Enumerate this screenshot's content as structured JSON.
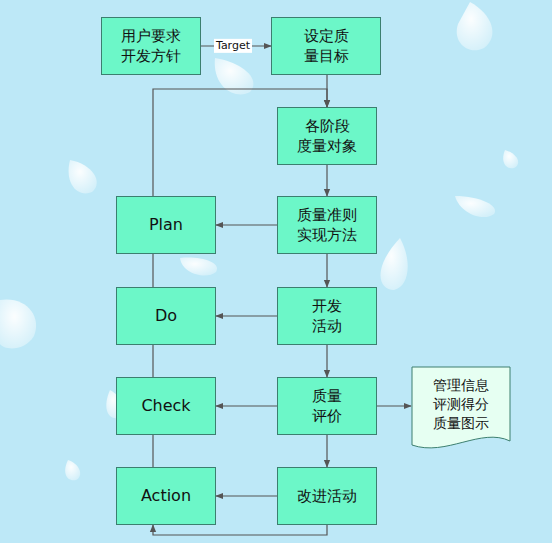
{
  "diagram": {
    "nodes": [
      {
        "text": [
          "用户要求 开发方针"
        ]
      },
      {
        "text": [
          "设定质 量目标"
        ]
      },
      {
        "text": [
          "各阶段 度量对象"
        ]
      },
      {
        "text": [
          "Plan"
        ]
      },
      {
        "text": [
          "质量准则 实现方法"
        ]
      },
      {
        "text": [
          "Do"
        ]
      },
      {
        "text": [
          "开发 活动"
        ]
      },
      {
        "text": [
          "Check"
        ]
      },
      {
        "text": [
          "质量 评价"
        ]
      },
      {
        "text": [
          "管理信息 评测得分 质量图示"
        ]
      },
      {
        "text": [
          "Action"
        ]
      },
      {
        "text": [
          "改进活动"
        ]
      }
    ],
    "edges": [
      {
        "from": 0,
        "to": 1,
        "label": "Target",
        "arrow": "to"
      },
      {
        "from": 1,
        "to": 2,
        "arrow": "to"
      },
      {
        "from": 2,
        "to": 4,
        "arrow": "to"
      },
      {
        "from": 4,
        "to": 3,
        "arrow": "to"
      },
      {
        "from": 4,
        "to": 6,
        "arrow": "to"
      },
      {
        "from": 6,
        "to": 5,
        "arrow": "to"
      },
      {
        "from": 6,
        "to": 8,
        "arrow": "to"
      },
      {
        "from": 8,
        "to": 7,
        "arrow": "to"
      },
      {
        "from": 8,
        "to": 9,
        "arrow": "to"
      },
      {
        "from": 8,
        "to": 11,
        "arrow": "to"
      },
      {
        "from": 11,
        "to": 10,
        "arrow": "to"
      },
      {
        "from": 3,
        "to": 5,
        "arrow": "none"
      },
      {
        "from": 5,
        "to": 7,
        "arrow": "none"
      },
      {
        "from": 7,
        "to": 10,
        "arrow": "none"
      },
      {
        "from": 3,
        "to": 2,
        "arrow": "to"
      },
      {
        "from": 11,
        "to": 10,
        "arrow": "to"
      }
    ]
  }
}
